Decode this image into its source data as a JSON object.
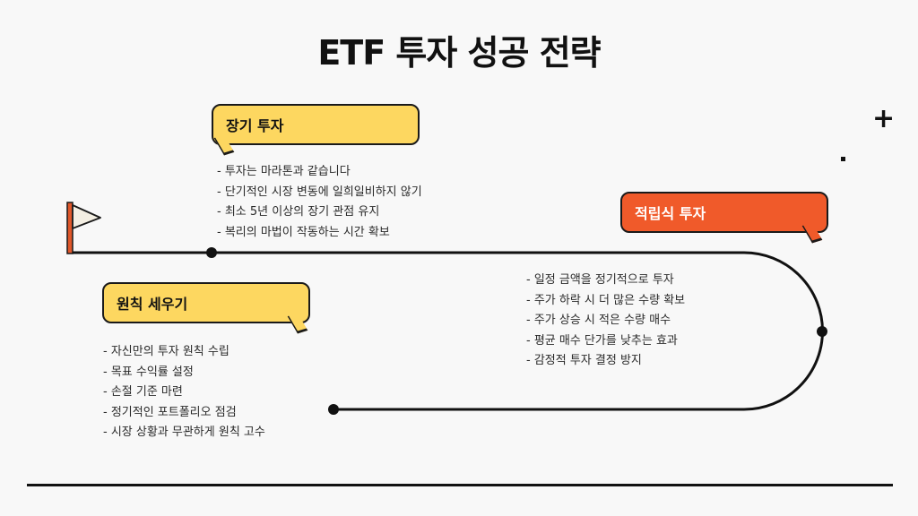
{
  "title": "ETF 투자 성공 전략",
  "sections": {
    "long_term": {
      "label": "장기 투자",
      "points": [
        "- 투자는 마라톤과 같습니다",
        "- 단기적인 시장 변동에 일희일비하지 않기",
        "- 최소 5년 이상의 장기 관점 유지",
        "- 복리의 마법이 작동하는 시간 확보"
      ]
    },
    "principles": {
      "label": "원칙 세우기",
      "points": [
        "- 자신만의 투자 원칙 수립",
        "- 목표 수익률 설정",
        "- 손절 기준 마련",
        "- 정기적인 포트폴리오 점검",
        "- 시장 상황과 무관하게 원칙 고수"
      ]
    },
    "dca": {
      "label": "적립식 투자",
      "points": [
        "- 일정 금액을 정기적으로 투자",
        "- 주가 하락 시 더 많은 수량 확보",
        "- 주가 상승 시 적은 수량 매수",
        "- 평균 매수 단가를 낮추는 효과",
        "- 감정적 투자 결정 방지"
      ]
    }
  },
  "colors": {
    "yellow": "#fdd760",
    "orange": "#f05a2a",
    "ink": "#1a1a1a",
    "background": "#f8f8f8"
  },
  "icons": {
    "flag": "flag-icon",
    "plus": "plus-icon"
  }
}
